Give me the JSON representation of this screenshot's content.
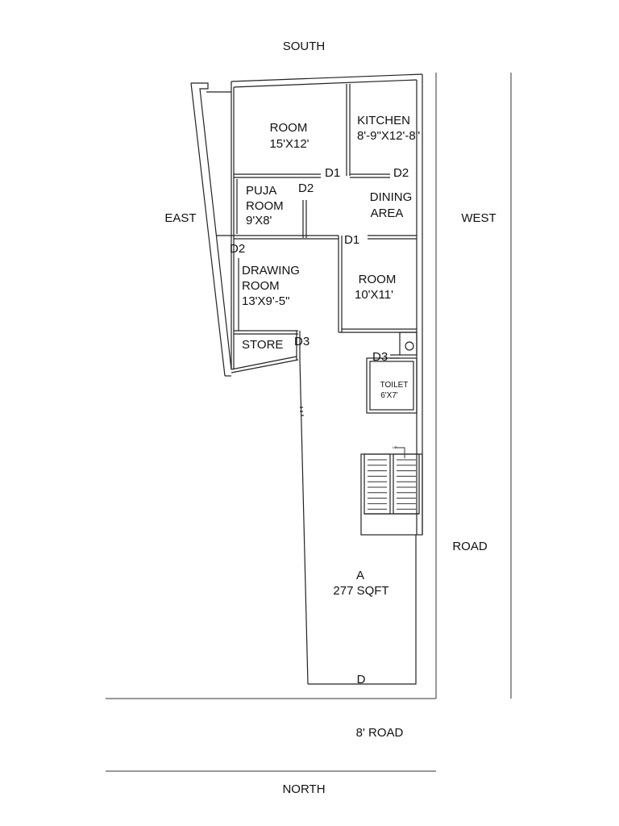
{
  "compass": {
    "south": "SOUTH",
    "north": "NORTH",
    "east": "EAST",
    "west": "WEST"
  },
  "roads": {
    "side_road": "ROAD",
    "front_road": "8' ROAD"
  },
  "rooms": {
    "room1": {
      "name": "ROOM",
      "size": "15'X12'"
    },
    "kitchen": {
      "name": "KITCHEN",
      "size": "8'-9\"X12'-8\""
    },
    "puja": {
      "name1": "PUJA",
      "name2": "ROOM",
      "size": "9'X8'"
    },
    "dining": {
      "name1": "DINING",
      "name2": "AREA"
    },
    "drawing": {
      "name1": "DRAWING",
      "name2": "ROOM",
      "size": "13'X9'-5\""
    },
    "room2": {
      "name": "ROOM",
      "size": "10'X11'"
    },
    "store": {
      "name": "STORE"
    },
    "toilet": {
      "name": "TOILET",
      "size": "6'X7'"
    },
    "open_area": {
      "name": "A",
      "size": "277 SQFT"
    }
  },
  "doors": {
    "d1_top": "D1",
    "d2_top": "D2",
    "d2_puja": "D2",
    "d1_room2": "D1",
    "d2_drawing": "D2",
    "d3_store": "D3",
    "d3_toilet": "D3",
    "d_main": "D"
  },
  "stair": {
    "up": "UP"
  }
}
